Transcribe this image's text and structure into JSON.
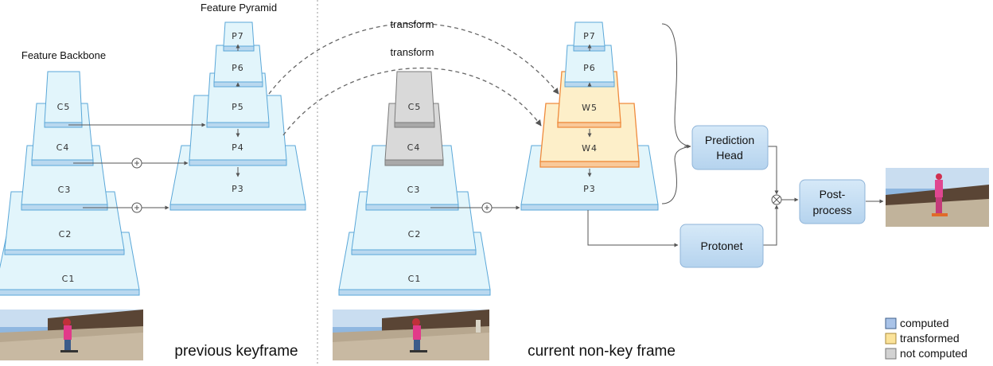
{
  "titles": {
    "backbone": "Feature Backbone",
    "pyramid": "Feature Pyramid",
    "previous": "previous keyframe",
    "current": "current non-key frame"
  },
  "arrows": {
    "transform_top": "transform",
    "transform_bottom": "transform"
  },
  "left": {
    "backbone": [
      "C5",
      "C4",
      "C3",
      "C2",
      "C1"
    ],
    "pyramid": [
      "P7",
      "P6",
      "P5",
      "P4",
      "P3"
    ]
  },
  "right": {
    "backbone": [
      "C5",
      "C4",
      "C3",
      "C2",
      "C1"
    ],
    "pyramid": [
      "P7",
      "P6",
      "W5",
      "W4",
      "P3"
    ]
  },
  "blocks": {
    "prediction": [
      "Prediction",
      "Head"
    ],
    "protonet": "Protonet",
    "postprocess": [
      "Post-",
      "process"
    ]
  },
  "legend": [
    {
      "label": "computed",
      "color": "#a9c3e8",
      "border": "#3f5f8a"
    },
    {
      "label": "transformed",
      "color": "#fbe39a",
      "border": "#a8893a"
    },
    {
      "label": "not computed",
      "color": "#d2d2d2",
      "border": "#777777"
    }
  ],
  "colors": {
    "computed_fill": "#e2f5fb",
    "computed_edge": "#5aa7d8",
    "transformed_fill": "#fdefc9",
    "transformed_edge": "#ef8a3c",
    "notcomputed_fill": "#d9d9d9",
    "notcomputed_edge": "#7a7a7a",
    "box_fill": "#c3ddf2",
    "box_edge": "#8fb4d8"
  },
  "images": {
    "keyframe_photo": "skateboarder-photo",
    "current_photo": "skateboarder-photo",
    "output_photo": "skateboarder-mask-photo"
  }
}
